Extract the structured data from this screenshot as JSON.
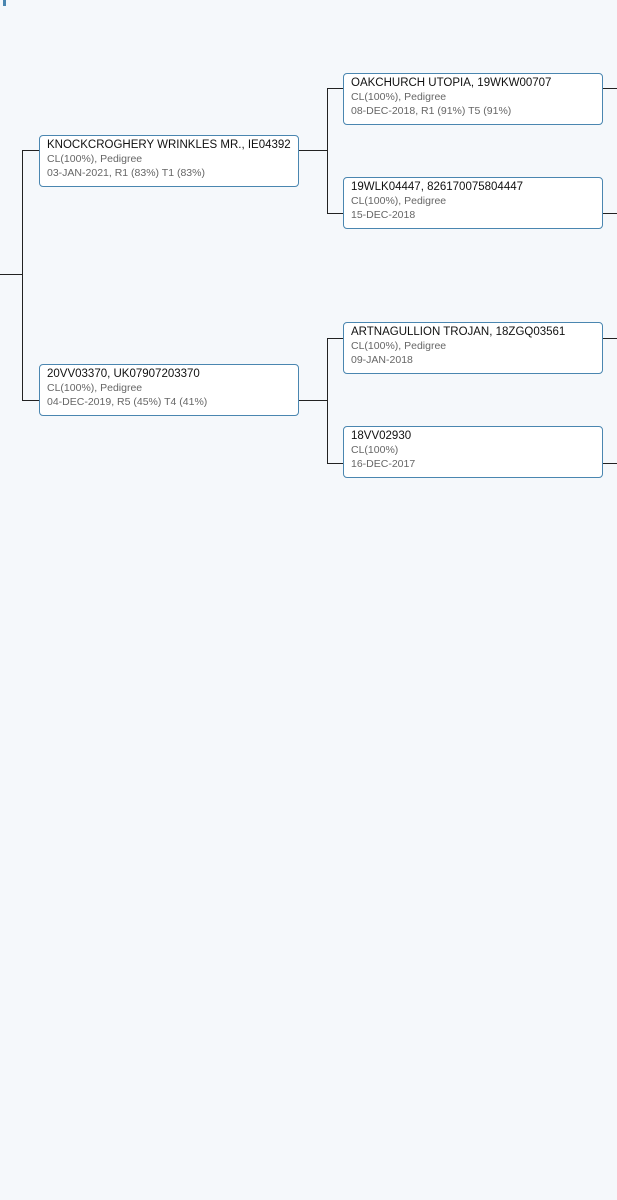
{
  "nodes": [
    {
      "name": "KNOCKCROGHERY WRINKLES MR., IE04392...",
      "line2": "CL(100%), Pedigree",
      "line3": "03-JAN-2021, R1 (83%) T1 (83%)"
    },
    {
      "name": "20VV03370, UK07907203370",
      "line2": "CL(100%), Pedigree",
      "line3": "04-DEC-2019, R5 (45%) T4 (41%)"
    },
    {
      "name": "OAKCHURCH UTOPIA, 19WKW00707",
      "line2": "CL(100%), Pedigree",
      "line3": "08-DEC-2018, R1 (91%) T5 (91%)"
    },
    {
      "name": "19WLK04447, 826170075804447",
      "line2": "CL(100%), Pedigree",
      "line3": "15-DEC-2018"
    },
    {
      "name": "ARTNAGULLION TROJAN, 18ZGQ03561",
      "line2": "CL(100%), Pedigree",
      "line3": "09-JAN-2018"
    },
    {
      "name": "18VV02930",
      "line2": "CL(100%)",
      "line3": "16-DEC-2017"
    }
  ],
  "colors": {
    "border": "#4a86b0",
    "background": "#f5f8fb"
  }
}
